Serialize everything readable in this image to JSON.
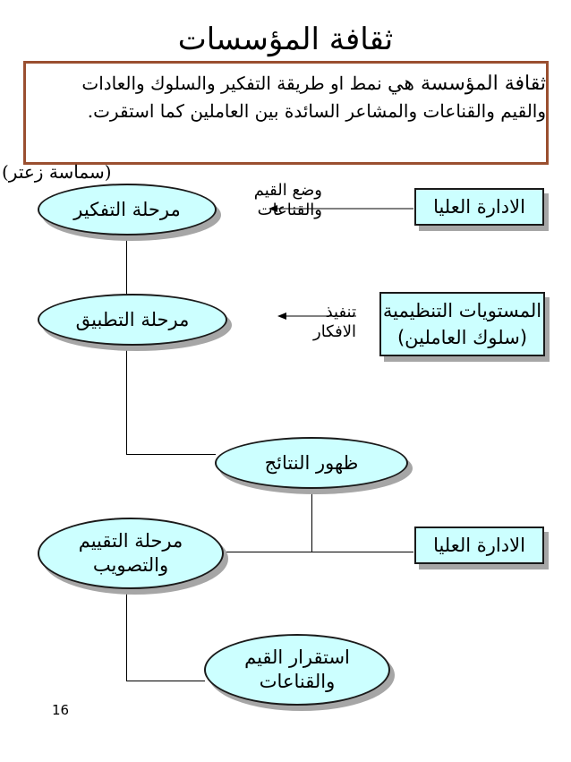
{
  "title": "ثقافة المؤسسات",
  "definition": {
    "lead": "ثقافة المؤسسة هي",
    "text": "نمط او طريقة التفكير والسلوك والعادات والقيم والقناعات والمشاعر السائدة بين العاملين كما استقرت.",
    "source": "(سماسة زعتر)"
  },
  "flow": {
    "thinking_stage": "مرحلة التفكير",
    "application_stage": "مرحلة التطبيق",
    "results_stage": "ظهور النتائج",
    "evaluation_stage": "مرحلة التقييم والتصويب",
    "stability_stage": "استقرار القيم والقناعات"
  },
  "actors": {
    "top_management_1": "الادارة العليا",
    "org_levels_line1": "المستويات التنظيمية",
    "org_levels_line2": "(سلوك العاملين)",
    "top_management_2": "الادارة العليا"
  },
  "arrow_labels": {
    "set_values_line1": "وضع القيم",
    "set_values_line2": "والقناعات",
    "implement_line1": "تنفيذ",
    "implement_line2": "الافكار"
  },
  "page_number": "16"
}
